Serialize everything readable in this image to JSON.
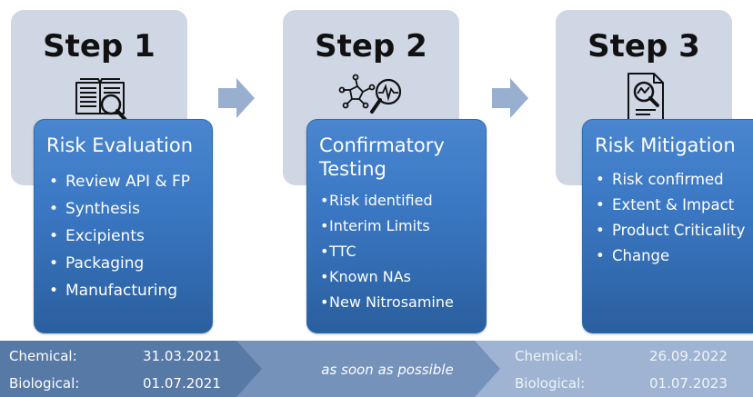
{
  "steps": [
    {
      "title": "Step 1",
      "icon": "book-magnifier-icon",
      "box_title": "Risk Evaluation",
      "items": [
        "Review API & FP",
        "Synthesis",
        "Excipients",
        "Packaging",
        "Manufacturing"
      ]
    },
    {
      "title": "Step 2",
      "icon": "molecule-magnifier-icon",
      "box_title_line1": "Confirmatory",
      "box_title_line2": "Testing",
      "items": [
        "Risk identified",
        "Interim Limits",
        "TTC",
        "Known NAs",
        "New Nitrosamine"
      ]
    },
    {
      "title": "Step 3",
      "icon": "report-magnifier-icon",
      "box_title": "Risk Mitigation",
      "items": [
        "Risk confirmed",
        "Extent & Impact",
        "Product Criticality",
        "Change"
      ]
    }
  ],
  "timeline": {
    "left": {
      "chemical_label": "Chemical:",
      "chemical_date": "31.03.2021",
      "biological_label": "Biological:",
      "biological_date": "01.07.2021"
    },
    "middle": "as soon as possible",
    "right": {
      "chemical_label": "Chemical:",
      "chemical_date": "26.09.2022",
      "biological_label": "Biological:",
      "biological_date": "01.07.2023"
    }
  },
  "colors": {
    "card_gray": "#cfd6e4",
    "box_blue": "#3b78c4",
    "band_dark": "#5779a6",
    "band_mid": "#7592bb",
    "band_light": "#9fb4d2",
    "arrow": "#98afd0"
  }
}
